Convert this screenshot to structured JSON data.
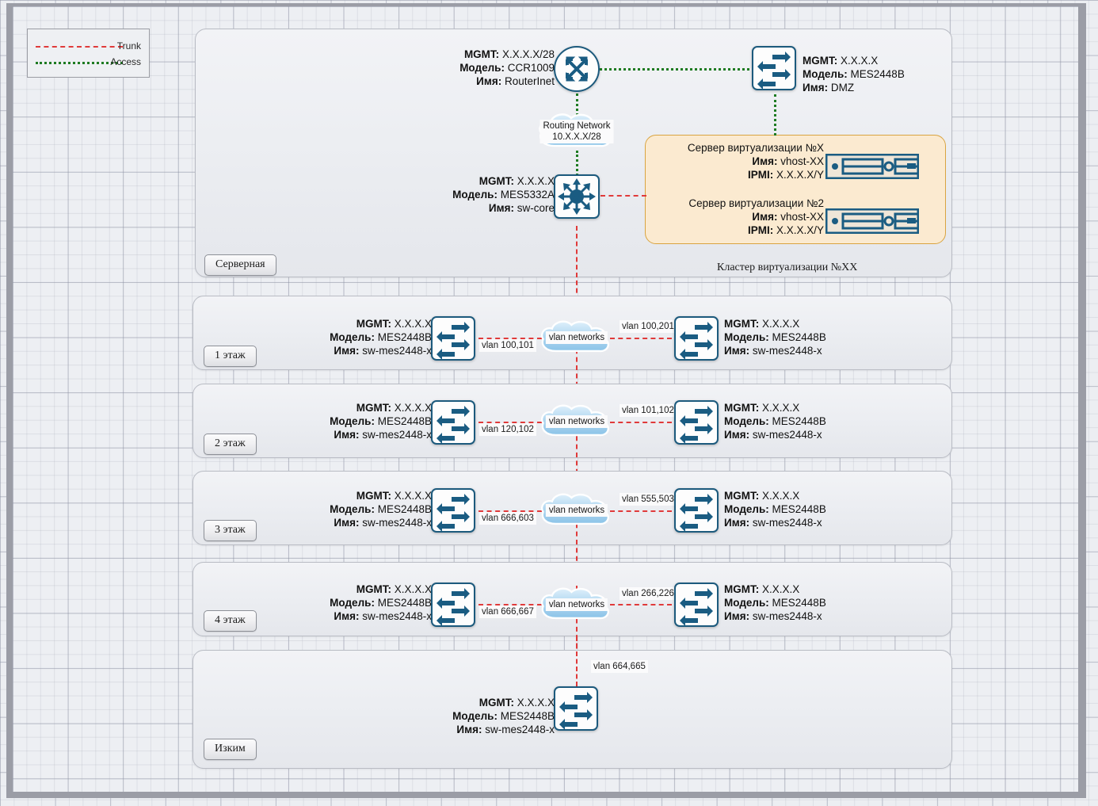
{
  "legend": {
    "items": [
      {
        "label": "Trunk",
        "style": "dashed",
        "color": "#e03a3a"
      },
      {
        "label": "Access",
        "style": "dotted",
        "color": "#1e7b22"
      }
    ]
  },
  "labels": {
    "mgmt": "MGMT:",
    "model": "Модель:",
    "name": "Имя:",
    "ipmi": "IPMI:"
  },
  "groups": {
    "server_room": {
      "tab": "Серверная"
    },
    "floor1": {
      "tab": "1 этаж"
    },
    "floor2": {
      "tab": "2 этаж"
    },
    "floor3": {
      "tab": "3 этаж"
    },
    "floor4": {
      "tab": "4 этаж"
    },
    "izkim": {
      "tab": "Изким"
    },
    "cluster": {
      "caption": "Кластер виртуализации №XX"
    }
  },
  "nodes": {
    "router": {
      "mgmt": "X.X.X.X/28",
      "model": "CCR1009",
      "name": "RouterInet"
    },
    "dmz": {
      "mgmt": "X.X.X.X",
      "model": "MES2448B",
      "name": "DMZ"
    },
    "core": {
      "mgmt": "X.X.X.X",
      "model": "MES5332A",
      "name": "sw-core"
    },
    "f1_left": {
      "mgmt": "X.X.X.X",
      "model": "MES2448B",
      "name": "sw-mes2448-x"
    },
    "f1_right": {
      "mgmt": "X.X.X.X",
      "model": "MES2448B",
      "name": "sw-mes2448-x"
    },
    "f2_left": {
      "mgmt": "X.X.X.X",
      "model": "MES2448B",
      "name": "sw-mes2448-x"
    },
    "f2_right": {
      "mgmt": "X.X.X.X",
      "model": "MES2448B",
      "name": "sw-mes2448-x"
    },
    "f3_left": {
      "mgmt": "X.X.X.X",
      "model": "MES2448B",
      "name": "sw-mes2448-x"
    },
    "f3_right": {
      "mgmt": "X.X.X.X",
      "model": "MES2448B",
      "name": "sw-mes2448-x"
    },
    "f4_left": {
      "mgmt": "X.X.X.X",
      "model": "MES2448B",
      "name": "sw-mes2448-x"
    },
    "f4_right": {
      "mgmt": "X.X.X.X",
      "model": "MES2448B",
      "name": "sw-mes2448-x"
    },
    "izkim_sw": {
      "mgmt": "X.X.X.X",
      "model": "MES2448B",
      "name": "sw-mes2448-x"
    }
  },
  "servers": [
    {
      "title": "Сервер виртуализации №X",
      "name": "vhost-XX",
      "ipmi": "X.X.X.X/Y"
    },
    {
      "title": "Сервер виртуализации №2",
      "name": "vhost-XX",
      "ipmi": "X.X.X.X/Y"
    }
  ],
  "clouds": {
    "routing": {
      "line1": "Routing Network",
      "line2": "10.X.X.X/28"
    },
    "vlan1": {
      "caption": "vlan networks"
    },
    "vlan2": {
      "caption": "vlan networks"
    },
    "vlan3": {
      "caption": "vlan networks"
    },
    "vlan4": {
      "caption": "vlan networks"
    }
  },
  "edge_labels": {
    "f1_left": "vlan 100,101",
    "f1_right": "vlan 100,201",
    "f2_left": "vlan 120,102",
    "f2_right": "vlan 101,102",
    "f3_left": "vlan 666,603",
    "f3_right": "vlan 555,503",
    "f4_left": "vlan 666,667",
    "f4_right": "vlan 266,226",
    "izkim": "vlan 664,665"
  },
  "colors": {
    "trunk": "#e03a3a",
    "access": "#1e7b22",
    "device_outline": "#1c5a7d",
    "cluster_bg": "#fbead0",
    "cluster_border": "#d9a441"
  }
}
